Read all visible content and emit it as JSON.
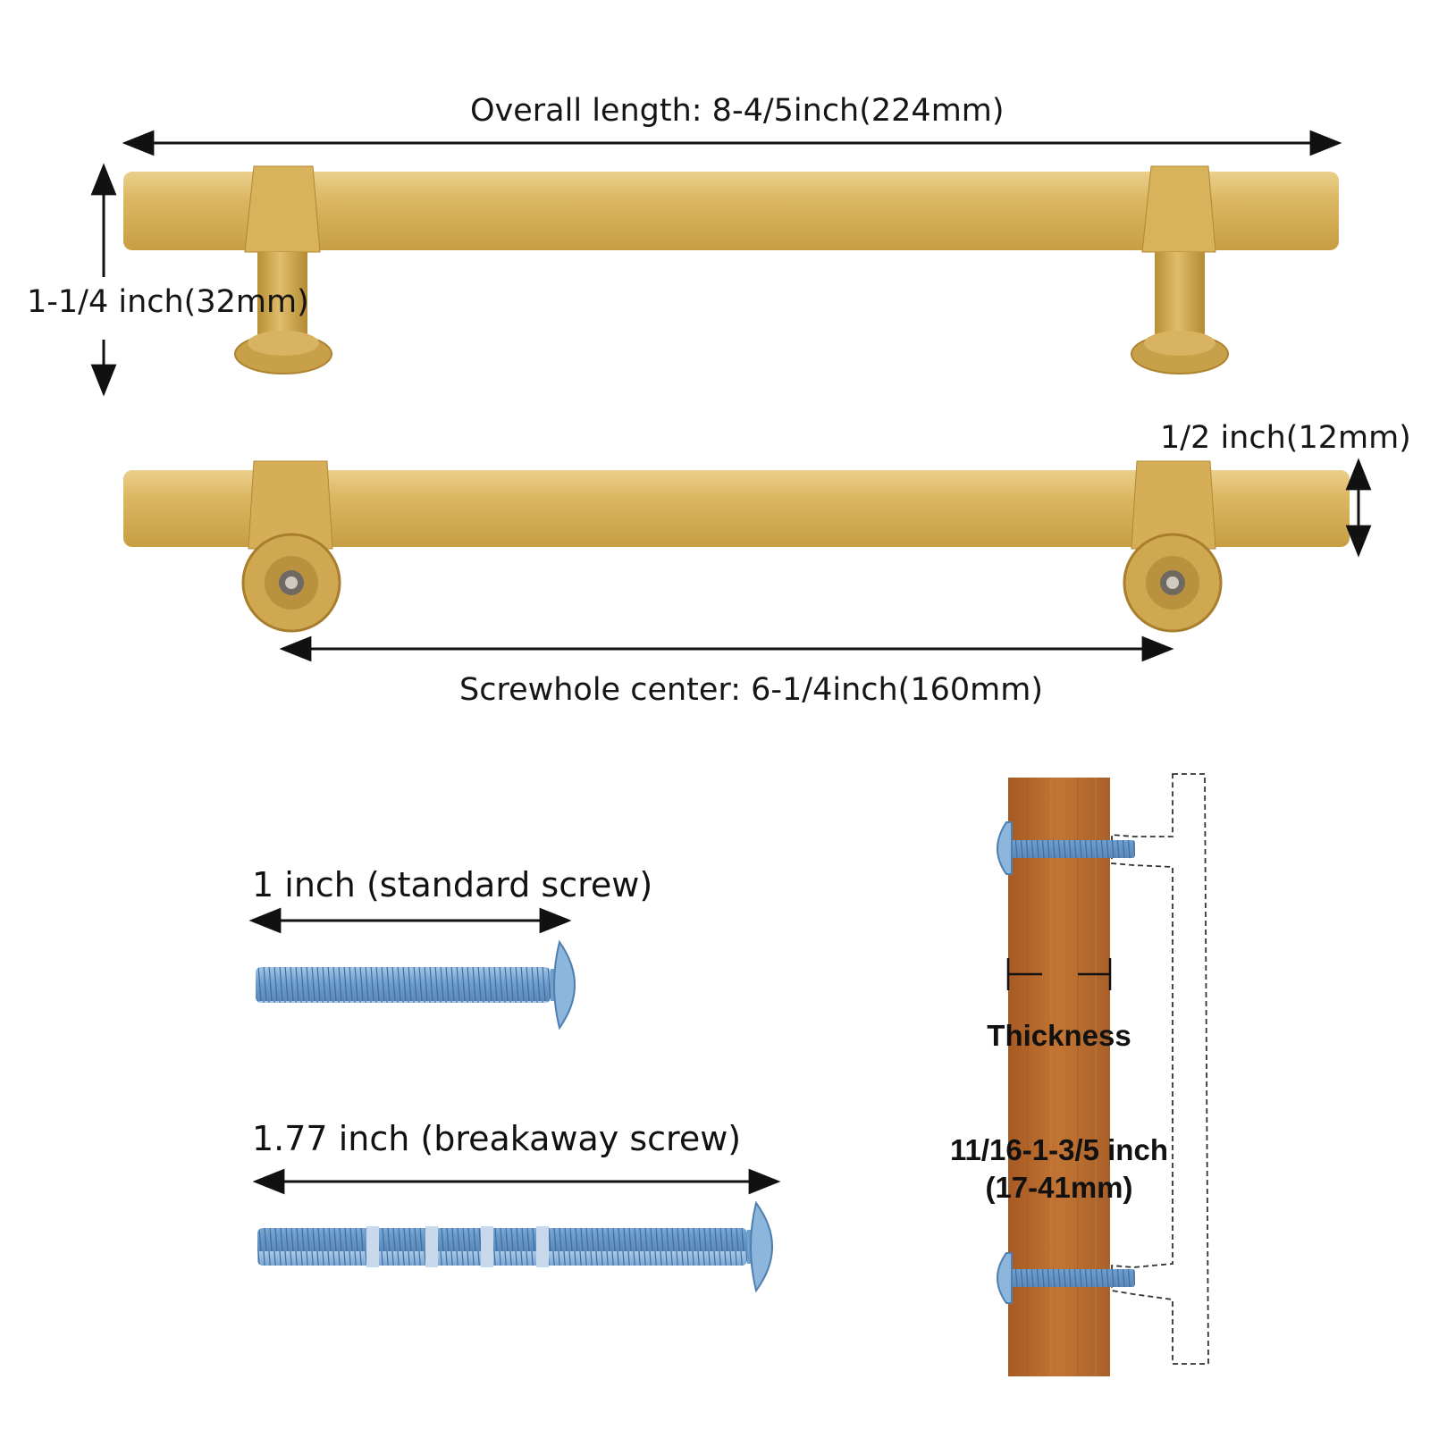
{
  "dimensions": {
    "overall_length": "Overall length: 8-4/5inch(224mm)",
    "height": "1-1/4 inch(32mm)",
    "diameter": "1/2 inch(12mm)",
    "screwhole_center": "Screwhole center: 6-1/4inch(160mm)"
  },
  "screws": {
    "standard": "1 inch (standard screw)",
    "breakaway": "1.77 inch (breakaway screw)"
  },
  "door": {
    "thickness_title": "Thickness",
    "thickness_range": "11/16-1-3/5 inch",
    "thickness_range_mm": "(17-41mm)"
  },
  "colors": {
    "brass": "#d4ad52",
    "brass_dark": "#b38a33",
    "wood": "#b8682c",
    "screw": "#7fa9d3"
  }
}
